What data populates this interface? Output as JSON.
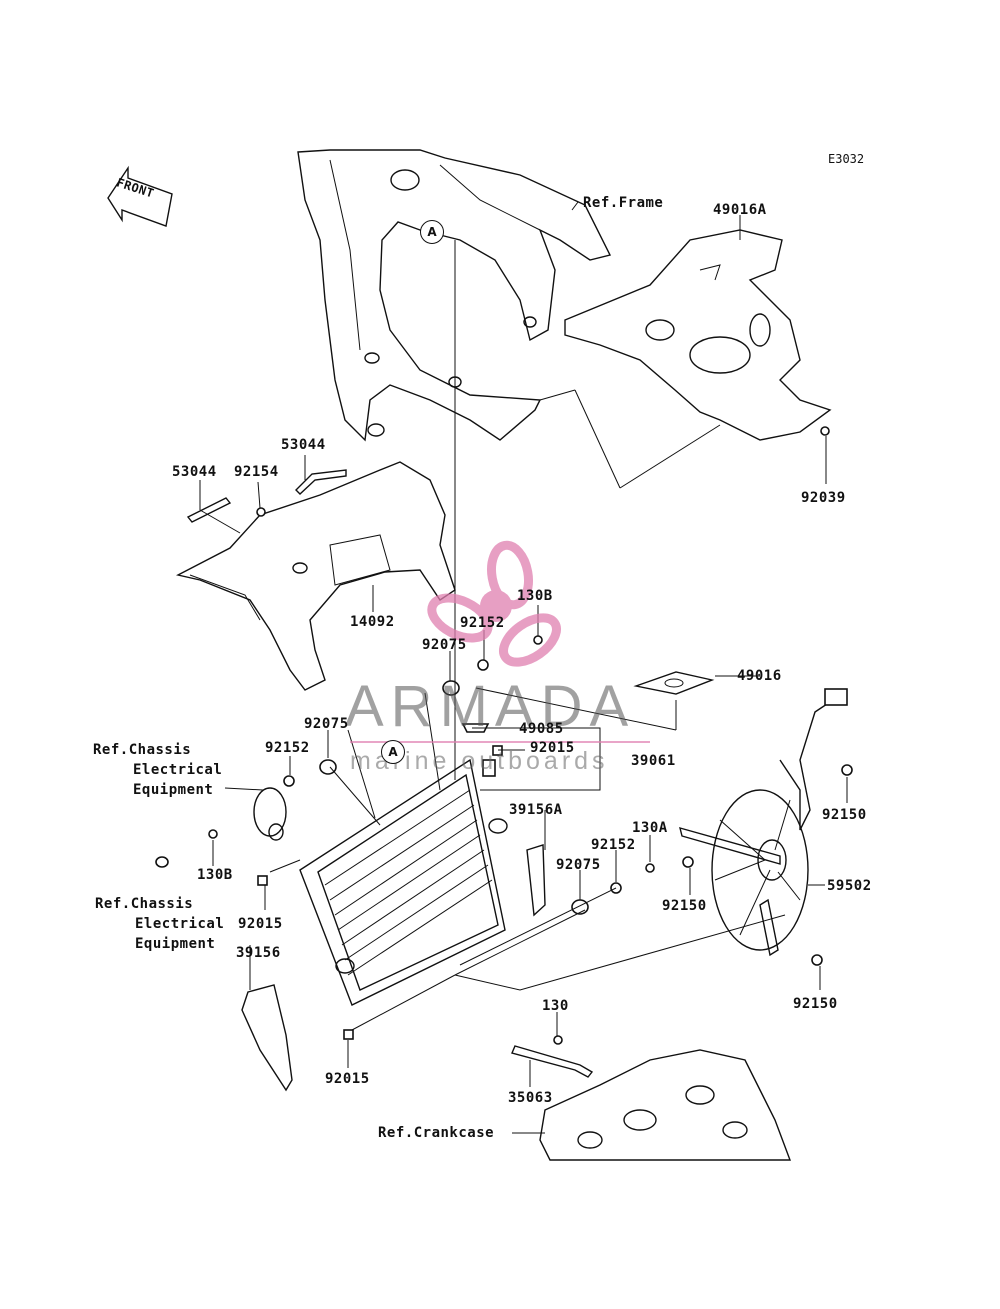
{
  "diagram_code": "E3032",
  "front_badge": "FRONT",
  "callout_marker": "A",
  "watermark": {
    "brand": "ARMADA",
    "tagline": "marine outboards",
    "accent_color": "#e07fb0"
  },
  "references": {
    "frame": "Ref.Frame",
    "chassis_1": [
      "Ref.Chassis",
      "Electrical",
      "Equipment"
    ],
    "chassis_2": [
      "Ref.Chassis",
      "Electrical",
      "Equipment"
    ],
    "crankcase": "Ref.Crankcase"
  },
  "parts": {
    "p49016A": "49016A",
    "p92039": "92039",
    "p53044_left": "53044",
    "p53044_top": "53044",
    "p92154": "92154",
    "p14092": "14092",
    "p130B_top": "130B",
    "p92152_top": "92152",
    "p92075_top": "92075",
    "p49016": "49016",
    "p49085": "49085",
    "p92015_top": "92015",
    "p39061": "39061",
    "p92075_left": "92075",
    "p92152_left": "92152",
    "p130B_left": "130B",
    "p92015_left": "92015",
    "p39156": "39156",
    "p39156A": "39156A",
    "p92152_mid": "92152",
    "p130A": "130A",
    "p92075_mid": "92075",
    "p92150_top": "92150",
    "p92150_mid": "92150",
    "p59502": "59502",
    "p92150_bottom": "92150",
    "p130": "130",
    "p35063": "35063",
    "p92015_bottom": "92015"
  }
}
